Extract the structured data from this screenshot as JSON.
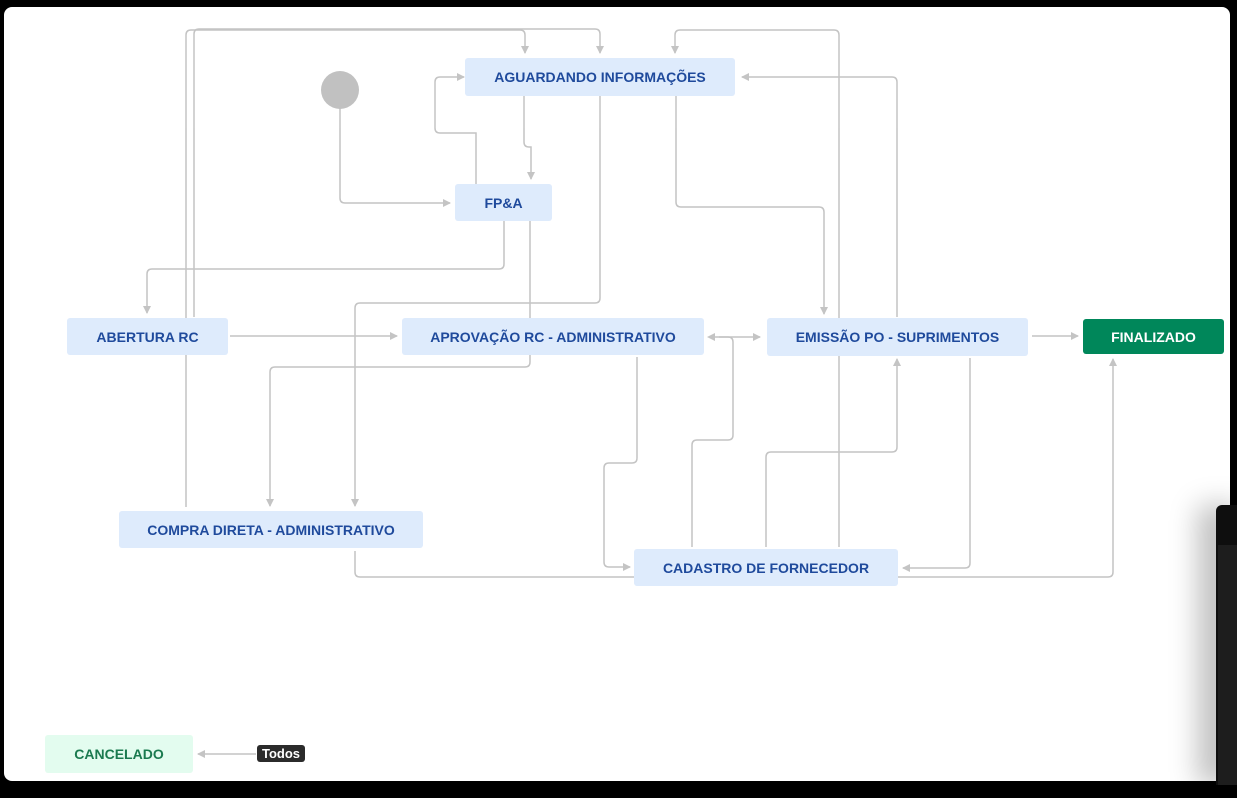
{
  "workflow": {
    "statuses": {
      "aguardando": "AGUARDANDO INFORMAÇÕES",
      "fpa": "FP&A",
      "abertura": "ABERTURA RC",
      "aprovacao": "APROVAÇÃO RC - ADMINISTRATIVO",
      "emissao": "EMISSÃO PO - SUPRIMENTOS",
      "finalizado": "FINALIZADO",
      "compra": "COMPRA DIRETA - ADMINISTRATIVO",
      "cadastro": "CADASTRO DE FORNECEDOR",
      "cancelado": "CANCELADO"
    },
    "global_transition_label": "Todos"
  },
  "colors": {
    "status_bg": "#deebfc",
    "status_text": "#1f4a9c",
    "done_bg": "#00875a",
    "cancel_bg": "#e3fcef",
    "cancel_text": "#1a7a4f",
    "edge": "#c4c4c4",
    "start_node": "#c1c1c1"
  }
}
